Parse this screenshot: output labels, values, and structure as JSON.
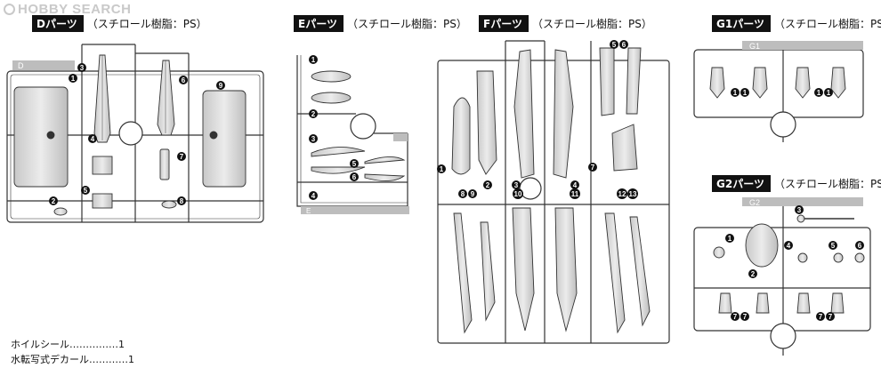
{
  "logo": {
    "text": "HOBBY SEARCH"
  },
  "sections": [
    {
      "id": "D",
      "tag": "Dパーツ",
      "material": "（スチロール樹脂：PS）"
    },
    {
      "id": "E",
      "tag": "Eパーツ",
      "material": "（スチロール樹脂：PS）"
    },
    {
      "id": "F",
      "tag": "Fパーツ",
      "material": "（スチロール樹脂：PS）"
    },
    {
      "id": "G1",
      "tag": "G1パーツ",
      "material": "（スチロール樹脂：PS）"
    },
    {
      "id": "G2",
      "tag": "G2パーツ",
      "material": "（スチロール樹脂：PS）"
    }
  ],
  "frame_labels": {
    "D": "D",
    "E": "E",
    "G1": "G1",
    "G2": "G2"
  },
  "part_numbers": {
    "n1": "1",
    "n2": "2",
    "n3": "3",
    "n4": "4",
    "n5": "5",
    "n6": "6",
    "n7": "7",
    "n8": "8",
    "n9": "9",
    "n10": "10",
    "n11": "11",
    "n12": "12",
    "n13": "13"
  },
  "footer": {
    "item1": "ホイルシール……………1",
    "item2": "水転写式デカール…………1"
  },
  "colors": {
    "line": "#333333",
    "part_fill": "#d8d8d8",
    "frame_label": "#bdbdbd",
    "tag_bg": "#111111"
  }
}
